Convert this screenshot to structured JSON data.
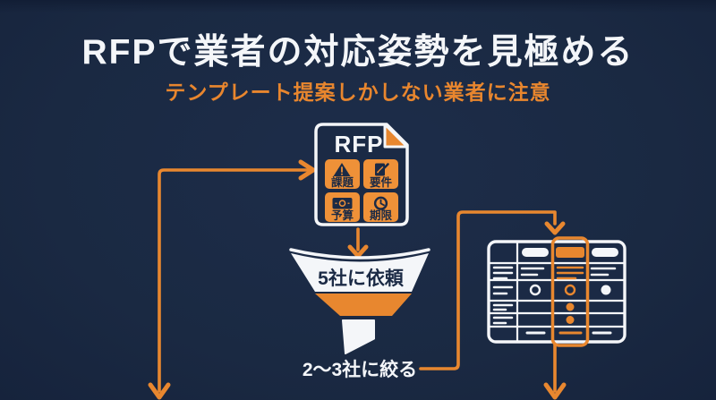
{
  "title": "RFPで業者の対応姿勢を見極める",
  "subtitle": "テンプレート提案しかしない業者に注意",
  "colors": {
    "background": "#1b2a45",
    "accent_orange": "#e8872f",
    "box_orange": "#ef9138",
    "white": "#f5f6f8"
  },
  "rfp_document": {
    "title": "RFP",
    "sections": [
      {
        "icon": "warning-icon",
        "label": "課題"
      },
      {
        "icon": "document-edit-icon",
        "label": "要件"
      },
      {
        "icon": "banknote-icon",
        "label": "予算"
      },
      {
        "icon": "clock-icon",
        "label": "期限"
      }
    ]
  },
  "funnel": {
    "label": "5社に依頼"
  },
  "narrow_down": {
    "label": "2〜3社に絞る"
  },
  "comparison_table": {
    "columns": 4,
    "rows": 6,
    "highlighted_column": 3
  }
}
